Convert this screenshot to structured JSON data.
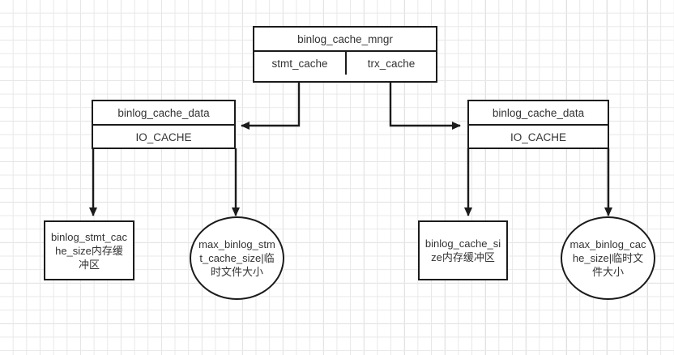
{
  "diagram": {
    "title": "binlog cache structure diagram",
    "background": {
      "grid_minor_color": "#e8e8e8",
      "grid_major_color": "#d8d8d8",
      "page_color": "#ffffff"
    },
    "stroke_color": "#1b1b1b",
    "text_color": "#333333"
  },
  "nodes": {
    "mngr": {
      "header": "binlog_cache_mngr",
      "left_cell": "stmt_cache",
      "right_cell": "trx_cache"
    },
    "cache_data_left": {
      "header": "binlog_cache_data",
      "sub": "IO_CACHE"
    },
    "cache_data_right": {
      "header": "binlog_cache_data",
      "sub": "IO_CACHE"
    },
    "leaf_stmt_mem": {
      "label": "binlog_stmt_cache_size内存缓冲区"
    },
    "leaf_stmt_file": {
      "label": "max_binlog_stmt_cache_size|临时文件大小"
    },
    "leaf_trx_mem": {
      "label": "binlog_cache_size内存缓冲区"
    },
    "leaf_trx_file": {
      "label": "max_binlog_cache_size|临时文件大小"
    }
  },
  "connectors": [
    {
      "name": "stmt-cache-to-left-cache-data",
      "from": "mngr.stmt_cache",
      "to": "cache_data_left",
      "arrow": "left"
    },
    {
      "name": "trx-cache-to-right-cache-data",
      "from": "mngr.trx_cache",
      "to": "cache_data_right",
      "arrow": "right"
    },
    {
      "name": "left-cache-data-to-stmt-mem",
      "from": "cache_data_left",
      "to": "leaf_stmt_mem",
      "arrow": "down"
    },
    {
      "name": "left-cache-data-to-stmt-file",
      "from": "cache_data_left",
      "to": "leaf_stmt_file",
      "arrow": "down"
    },
    {
      "name": "right-cache-data-to-trx-mem",
      "from": "cache_data_right",
      "to": "leaf_trx_mem",
      "arrow": "down"
    },
    {
      "name": "right-cache-data-to-trx-file",
      "from": "cache_data_right",
      "to": "leaf_trx_file",
      "arrow": "down"
    }
  ]
}
